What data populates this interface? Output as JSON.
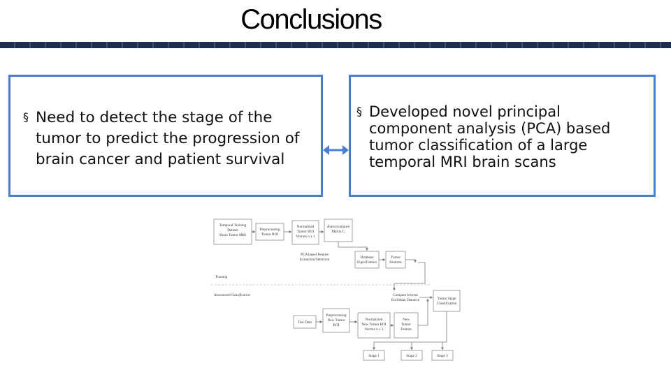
{
  "title": "Conclusions",
  "left_box": {
    "bullet": "§",
    "lines": [
      "Need to detect the stage of the",
      "tumor to predict the progression of",
      "brain cancer and patient survival"
    ]
  },
  "right_box": {
    "bullet": "§",
    "lines": [
      "Developed novel principal",
      "component analysis (PCA) based",
      "tumor classification of a large",
      "temporal MRI brain scans"
    ]
  },
  "diagram": {
    "training_label": "Training",
    "assessment_label": "Assessment/Classification",
    "nodes": {
      "temporal_training": [
        "Temporal Training",
        "Dataset",
        "Brain Tumor MRI"
      ],
      "preprocessing_tumor": [
        "Preprocessing",
        "Tumor ROI"
      ],
      "normalized_tumor": [
        "Normalized",
        "Tumor ROI",
        "Vectors n x 1"
      ],
      "autocovariance": [
        "Autocovariance",
        "Matrix C"
      ],
      "pca_feature": [
        "PCA based Feature",
        "Extraction/Selection"
      ],
      "database": [
        "Database",
        "EigenTumors"
      ],
      "tumor_features": [
        "Tumor",
        "Features"
      ],
      "compare_inverse": [
        "Compare Inverse",
        "Euclidean Distance"
      ],
      "tumor_stage": [
        "Tumor Stage",
        "Classification"
      ],
      "test_data": [
        "Test Data"
      ],
      "preprocessing_new": [
        "Preprocessing",
        "New Tumor",
        "ROI"
      ],
      "normalized_new": [
        "Normalized",
        "New Tumor ROI",
        "Vectors n x 1"
      ],
      "new_tumor_feature": [
        "New",
        "Tumor",
        "Feature"
      ],
      "stage1": [
        "Stage 1"
      ],
      "stage2": [
        "Stage 2"
      ],
      "stage3": [
        "Stage 3"
      ]
    }
  }
}
